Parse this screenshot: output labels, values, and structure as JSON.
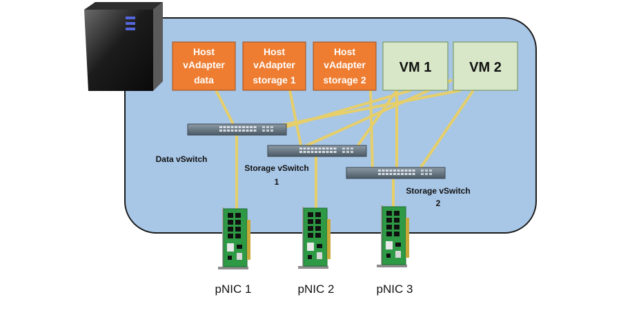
{
  "colors": {
    "host_panel_fill": "#a8c6e6",
    "host_panel_stroke": "#1a1a1a",
    "adapter_fill": "#ee7d31",
    "adapter_stroke": "#9a4f1c",
    "vm_fill": "#d7e7c8",
    "vm_stroke": "#6b8f4e",
    "cable": "#e6cf6a",
    "switch_fill": "#6b7b88",
    "nic_board": "#2e9a45",
    "text_dark": "#111111",
    "text_light": "#ffffff"
  },
  "adapters": [
    {
      "id": "adapter-data",
      "lines": [
        "Host",
        "vAdapter",
        "data"
      ]
    },
    {
      "id": "adapter-storage-1",
      "lines": [
        "Host",
        "vAdapter",
        "storage 1"
      ]
    },
    {
      "id": "adapter-storage-2",
      "lines": [
        "Host",
        "vAdapter",
        "storage 2"
      ]
    }
  ],
  "vms": [
    {
      "id": "vm-1",
      "label": "VM 1"
    },
    {
      "id": "vm-2",
      "label": "VM 2"
    }
  ],
  "switches": [
    {
      "id": "data-vswitch",
      "label_lines": [
        "Data vSwitch"
      ]
    },
    {
      "id": "storage-vswitch-1",
      "label_lines": [
        "Storage vSwitch",
        "1"
      ]
    },
    {
      "id": "storage-vswitch-2",
      "label_lines": [
        "Storage vSwitch",
        "2"
      ]
    }
  ],
  "nics": [
    {
      "id": "pnic-1",
      "label": "pNIC 1"
    },
    {
      "id": "pnic-2",
      "label": "pNIC 2"
    },
    {
      "id": "pnic-3",
      "label": "pNIC 3"
    }
  ]
}
